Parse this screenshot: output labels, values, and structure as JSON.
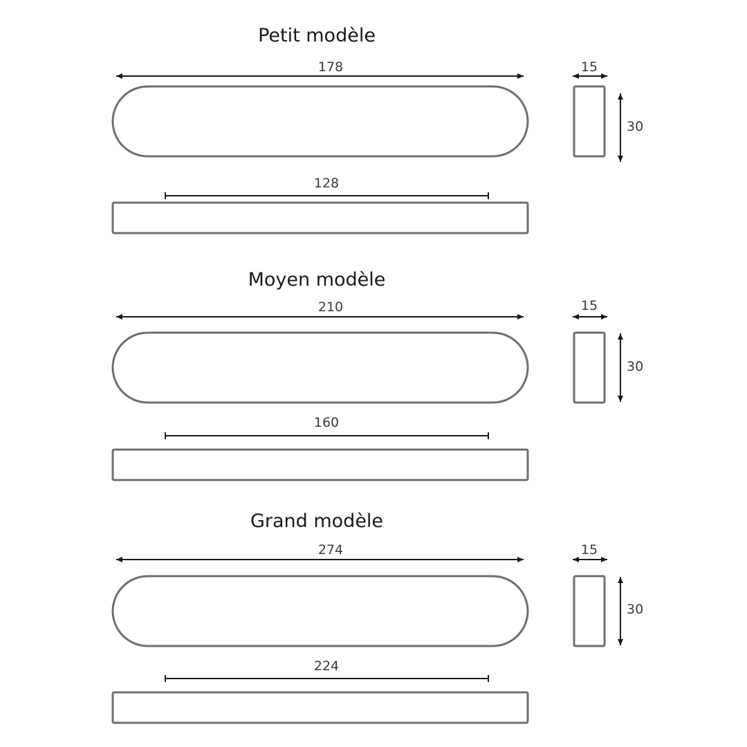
{
  "models": [
    {
      "title": "Petit modèle",
      "length": "178",
      "hole_spacing": "128",
      "width": "15",
      "height": "30"
    },
    {
      "title": "Moyen modèle",
      "length": "210",
      "hole_spacing": "160",
      "width": "15",
      "height": "30"
    },
    {
      "title": "Grand modèle",
      "length": "274",
      "hole_spacing": "224",
      "width": "15",
      "height": "30"
    }
  ],
  "colors": {
    "outline": "#6f6f6f",
    "dimension": "#1a1a1a",
    "text": "#3a3a3a"
  }
}
